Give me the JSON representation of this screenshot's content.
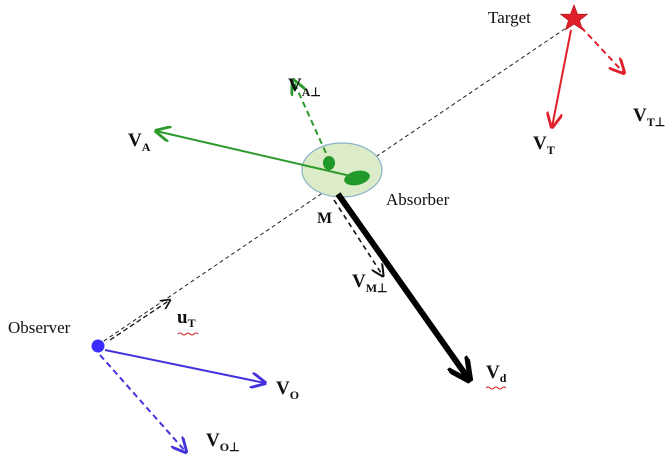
{
  "labels": {
    "target": "Target",
    "absorber": "Absorber",
    "observer": "Observer",
    "m_point": "M"
  },
  "vectors": {
    "v_t": {
      "main": "V",
      "sub": "T"
    },
    "v_t_perp": {
      "main": "V",
      "sub": "T⊥"
    },
    "v_a": {
      "main": "V",
      "sub": "A"
    },
    "v_a_perp": {
      "main": "V",
      "sub": "A⊥"
    },
    "v_m_perp": {
      "main": "V",
      "sub": "M⊥"
    },
    "u_t": {
      "main": "u",
      "sub": "T"
    },
    "v_o": {
      "main": "V",
      "sub": "O"
    },
    "v_o_perp": {
      "main": "V",
      "sub": "O⊥"
    },
    "v_d": {
      "main": "V",
      "sub": "d"
    }
  },
  "colors": {
    "target": "#e0202a",
    "absorber_fill": "#dcebc8",
    "absorber_stroke": "#8ab4c8",
    "absorber_core": "#1f9a2a",
    "absorber_vec": "#2c9a2c",
    "observer": "#4433dd",
    "line_of_sight": "#222222",
    "velocity_d": "#000000"
  },
  "icons": {
    "target": "star-icon",
    "observer": "dot-icon",
    "absorber": "cloud-ellipse-icon"
  }
}
